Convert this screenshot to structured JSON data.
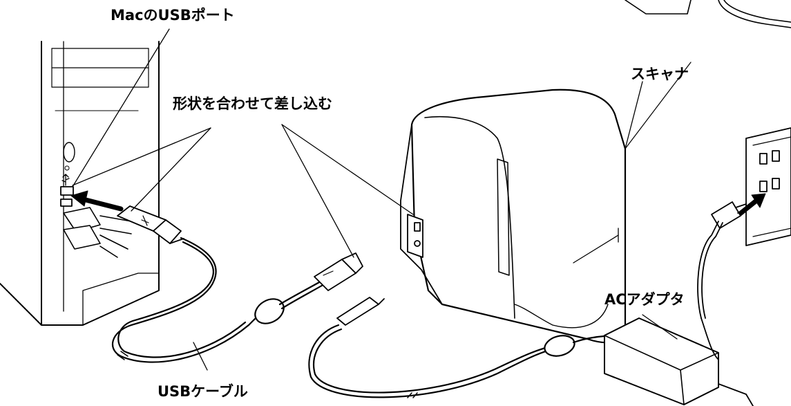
{
  "labels": {
    "usb_port": "MacのUSBポート",
    "insert_note": "形状を合わせて差し込む",
    "scanner": "スキャナ",
    "ac_adapter": "ACアダプタ",
    "usb_cable": "USBケーブル"
  }
}
